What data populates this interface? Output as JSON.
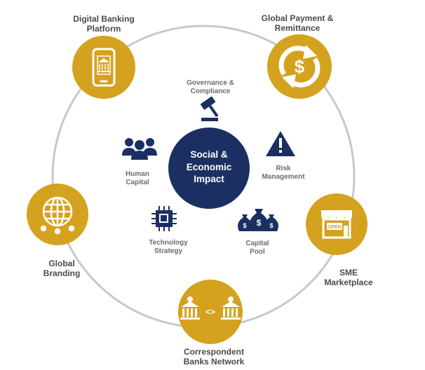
{
  "colors": {
    "gold": "#D4A21F",
    "navy": "#1B2F62",
    "ring": "#C8C8C8",
    "label": "#4A4A4A",
    "inner_label": "#6B6B6B"
  },
  "center": {
    "line1": "Social &",
    "line2": "Economic",
    "line3": "Impact"
  },
  "outer_nodes": [
    {
      "icon": "smartphone-bank-icon",
      "line1": "Digital Banking",
      "line2": "Platform"
    },
    {
      "icon": "currency-exchange-icon",
      "line1": "Global Payment &",
      "line2": "Remittance"
    },
    {
      "icon": "shop-open-icon",
      "line1": "SME",
      "line2": "Marketplace"
    },
    {
      "icon": "banks-transfer-icon",
      "line1": "Correspondent",
      "line2": "Banks Network"
    },
    {
      "icon": "globe-network-icon",
      "line1": "Global",
      "line2": "Branding"
    }
  ],
  "inner_items": [
    {
      "icon": "gavel-icon",
      "line1": "Governance &",
      "line2": "Compliance"
    },
    {
      "icon": "warning-icon",
      "line1": "Risk",
      "line2": "Management"
    },
    {
      "icon": "money-bags-icon",
      "line1": "Capital",
      "line2": "Pool"
    },
    {
      "icon": "chip-icon",
      "line1": "Technology",
      "line2": "Strategy"
    },
    {
      "icon": "people-icon",
      "line1": "Human",
      "line2": "Capital"
    }
  ]
}
